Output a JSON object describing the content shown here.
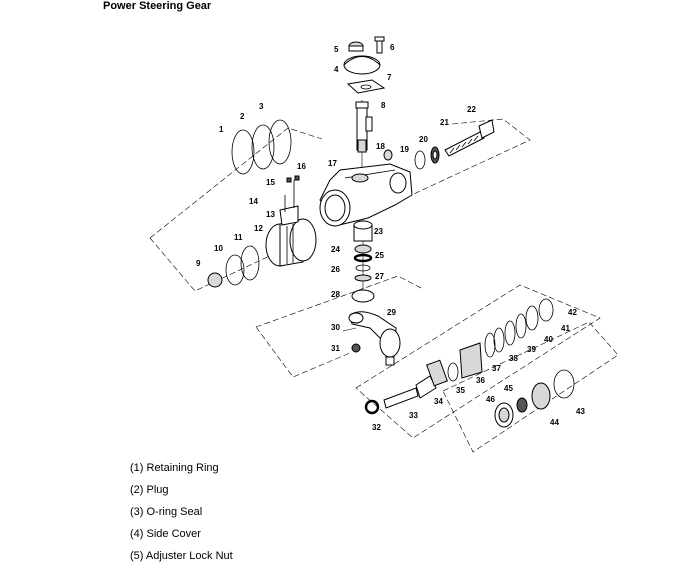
{
  "page": {
    "title": "Power Steering Gear"
  },
  "diagram": {
    "callouts": [
      "1",
      "2",
      "3",
      "4",
      "5",
      "6",
      "7",
      "8",
      "9",
      "10",
      "11",
      "12",
      "13",
      "14",
      "15",
      "16",
      "17",
      "18",
      "19",
      "20",
      "21",
      "22",
      "23",
      "24",
      "25",
      "26",
      "27",
      "28",
      "29",
      "30",
      "31",
      "32",
      "33",
      "34",
      "35",
      "36",
      "37",
      "38",
      "39",
      "40",
      "41",
      "42",
      "43",
      "44",
      "45",
      "46"
    ]
  },
  "legend": {
    "items": [
      "(1) Retaining Ring",
      "(2) Plug",
      "(3) O-ring Seal",
      "(4) Side Cover",
      "(5) Adjuster Lock Nut"
    ]
  }
}
